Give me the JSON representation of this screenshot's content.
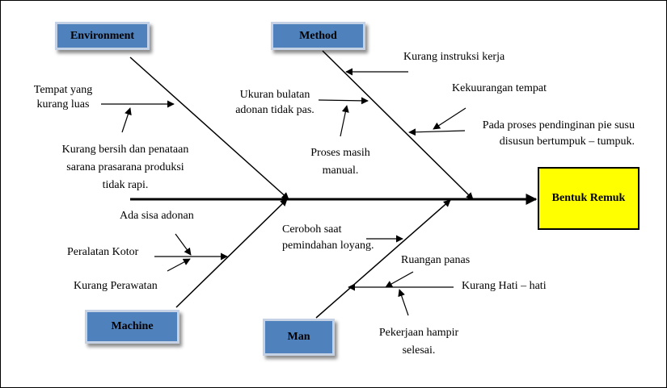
{
  "diagram": {
    "effect": "Bentuk Remuk",
    "categories": {
      "environment": "Environment",
      "method": "Method",
      "machine": "Machine",
      "man": "Man"
    },
    "causes": {
      "tempat_sempit": [
        "Tempat yang",
        "kurang luas"
      ],
      "kurang_bersih": [
        "Kurang bersih dan penataan",
        "sarana prasarana produksi",
        "tidak rapi."
      ],
      "kurang_instruksi": "Kurang instruksi kerja",
      "ukuran_bulatan": [
        "Ukuran bulatan",
        "adonan tidak pas."
      ],
      "kekurangan_tempat": "Kekuurangan tempat",
      "pendinginan": [
        "Pada proses pendinginan pie susu",
        "disusun bertumpuk – tumpuk."
      ],
      "proses_manual": [
        "Proses masih",
        "manual."
      ],
      "sisa_adonan": "Ada sisa adonan",
      "peralatan_kotor": "Peralatan Kotor",
      "kurang_perawatan": "Kurang Perawatan",
      "ceroboh": [
        "Ceroboh saat",
        "pemindahan loyang."
      ],
      "ruangan_panas": "Ruangan panas",
      "kurang_hati": "Kurang Hati – hati",
      "pekerjaan_hampir": [
        "Pekerjaan hampir",
        "selesai."
      ]
    }
  }
}
